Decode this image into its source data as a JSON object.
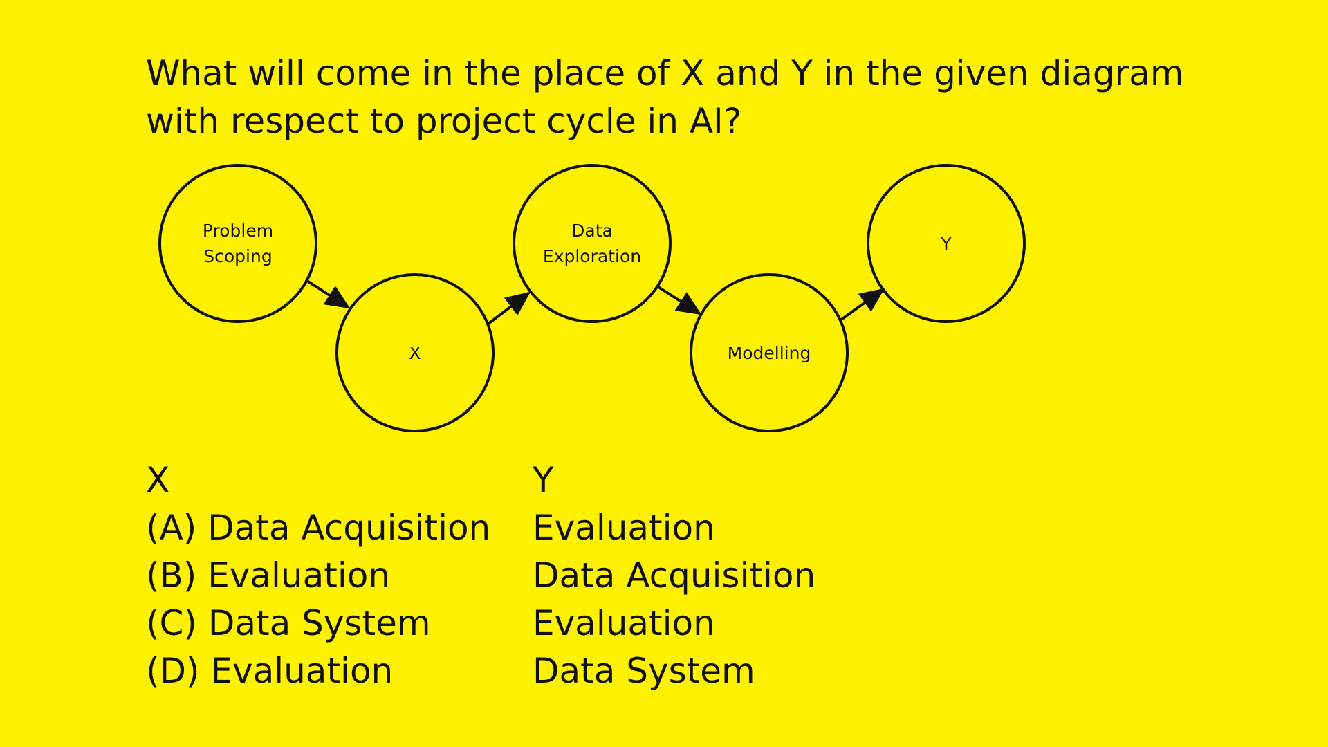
{
  "question": {
    "line1": "What will come in the place of X and Y in the given diagram",
    "line2": "with respect to project cycle in AI?"
  },
  "diagram": {
    "nodes": [
      {
        "lines": [
          "Problem",
          "Scoping"
        ]
      },
      {
        "lines": [
          "X"
        ]
      },
      {
        "lines": [
          "Data",
          "Exploration"
        ]
      },
      {
        "lines": [
          "Modelling"
        ]
      },
      {
        "lines": [
          "Y"
        ]
      }
    ]
  },
  "answers": {
    "x_header": "X",
    "y_header": "Y",
    "options": [
      {
        "x": "(A) Data Acquisition",
        "y": "Evaluation"
      },
      {
        "x": "(B) Evaluation",
        "y": "Data Acquisition"
      },
      {
        "x": "(C) Data System",
        "y": "Evaluation"
      },
      {
        "x": "(D) Evaluation",
        "y": "Data System"
      }
    ]
  },
  "colors": {
    "background": "#FFF200",
    "ink": "#111111"
  }
}
